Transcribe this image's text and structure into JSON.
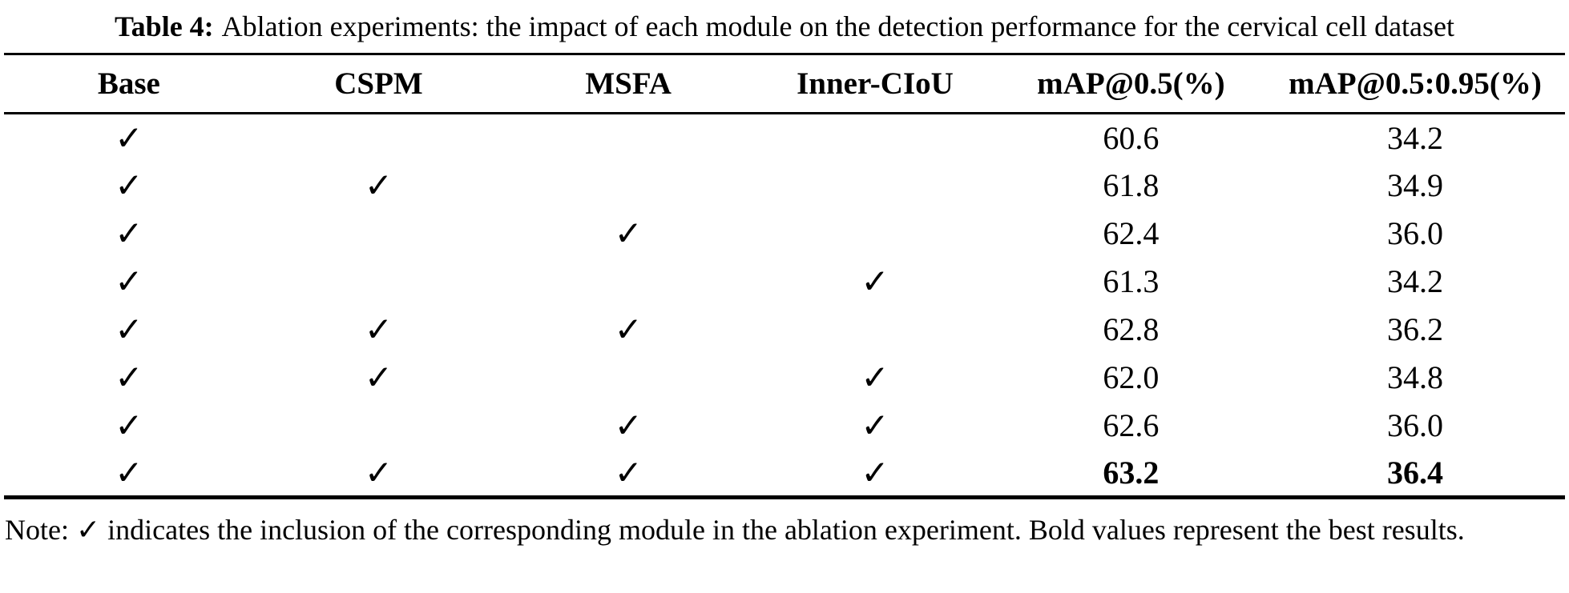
{
  "caption": {
    "label": "Table 4:",
    "text": "Ablation experiments: the impact of each module on the detection performance for the cervical cell dataset"
  },
  "table": {
    "columns": [
      "Base",
      "CSPM",
      "MSFA",
      "Inner-CIoU",
      "mAP@0.5(%)",
      "mAP@0.5:0.95(%)"
    ],
    "check_symbol": "✓",
    "rows": [
      {
        "cells": [
          "✓",
          "",
          "",
          "",
          "60.6",
          "34.2"
        ]
      },
      {
        "cells": [
          "✓",
          "✓",
          "",
          "",
          "61.8",
          "34.9"
        ]
      },
      {
        "cells": [
          "✓",
          "",
          "✓",
          "",
          "62.4",
          "36.0"
        ]
      },
      {
        "cells": [
          "✓",
          "",
          "",
          "✓",
          "61.3",
          "34.2"
        ]
      },
      {
        "cells": [
          "✓",
          "✓",
          "✓",
          "",
          "62.8",
          "36.2"
        ]
      },
      {
        "cells": [
          "✓",
          "✓",
          "",
          "✓",
          "62.0",
          "34.8"
        ]
      },
      {
        "cells": [
          "✓",
          "",
          "✓",
          "✓",
          "62.6",
          "36.0"
        ]
      },
      {
        "cells": [
          "✓",
          "✓",
          "✓",
          "✓",
          "63.2",
          "36.4"
        ]
      }
    ],
    "best_row_index": 7,
    "text_color": "#000000",
    "background_color": "#ffffff"
  },
  "note": "Note: ✓ indicates the inclusion of the corresponding module in the ablation experiment. Bold values represent the best results."
}
